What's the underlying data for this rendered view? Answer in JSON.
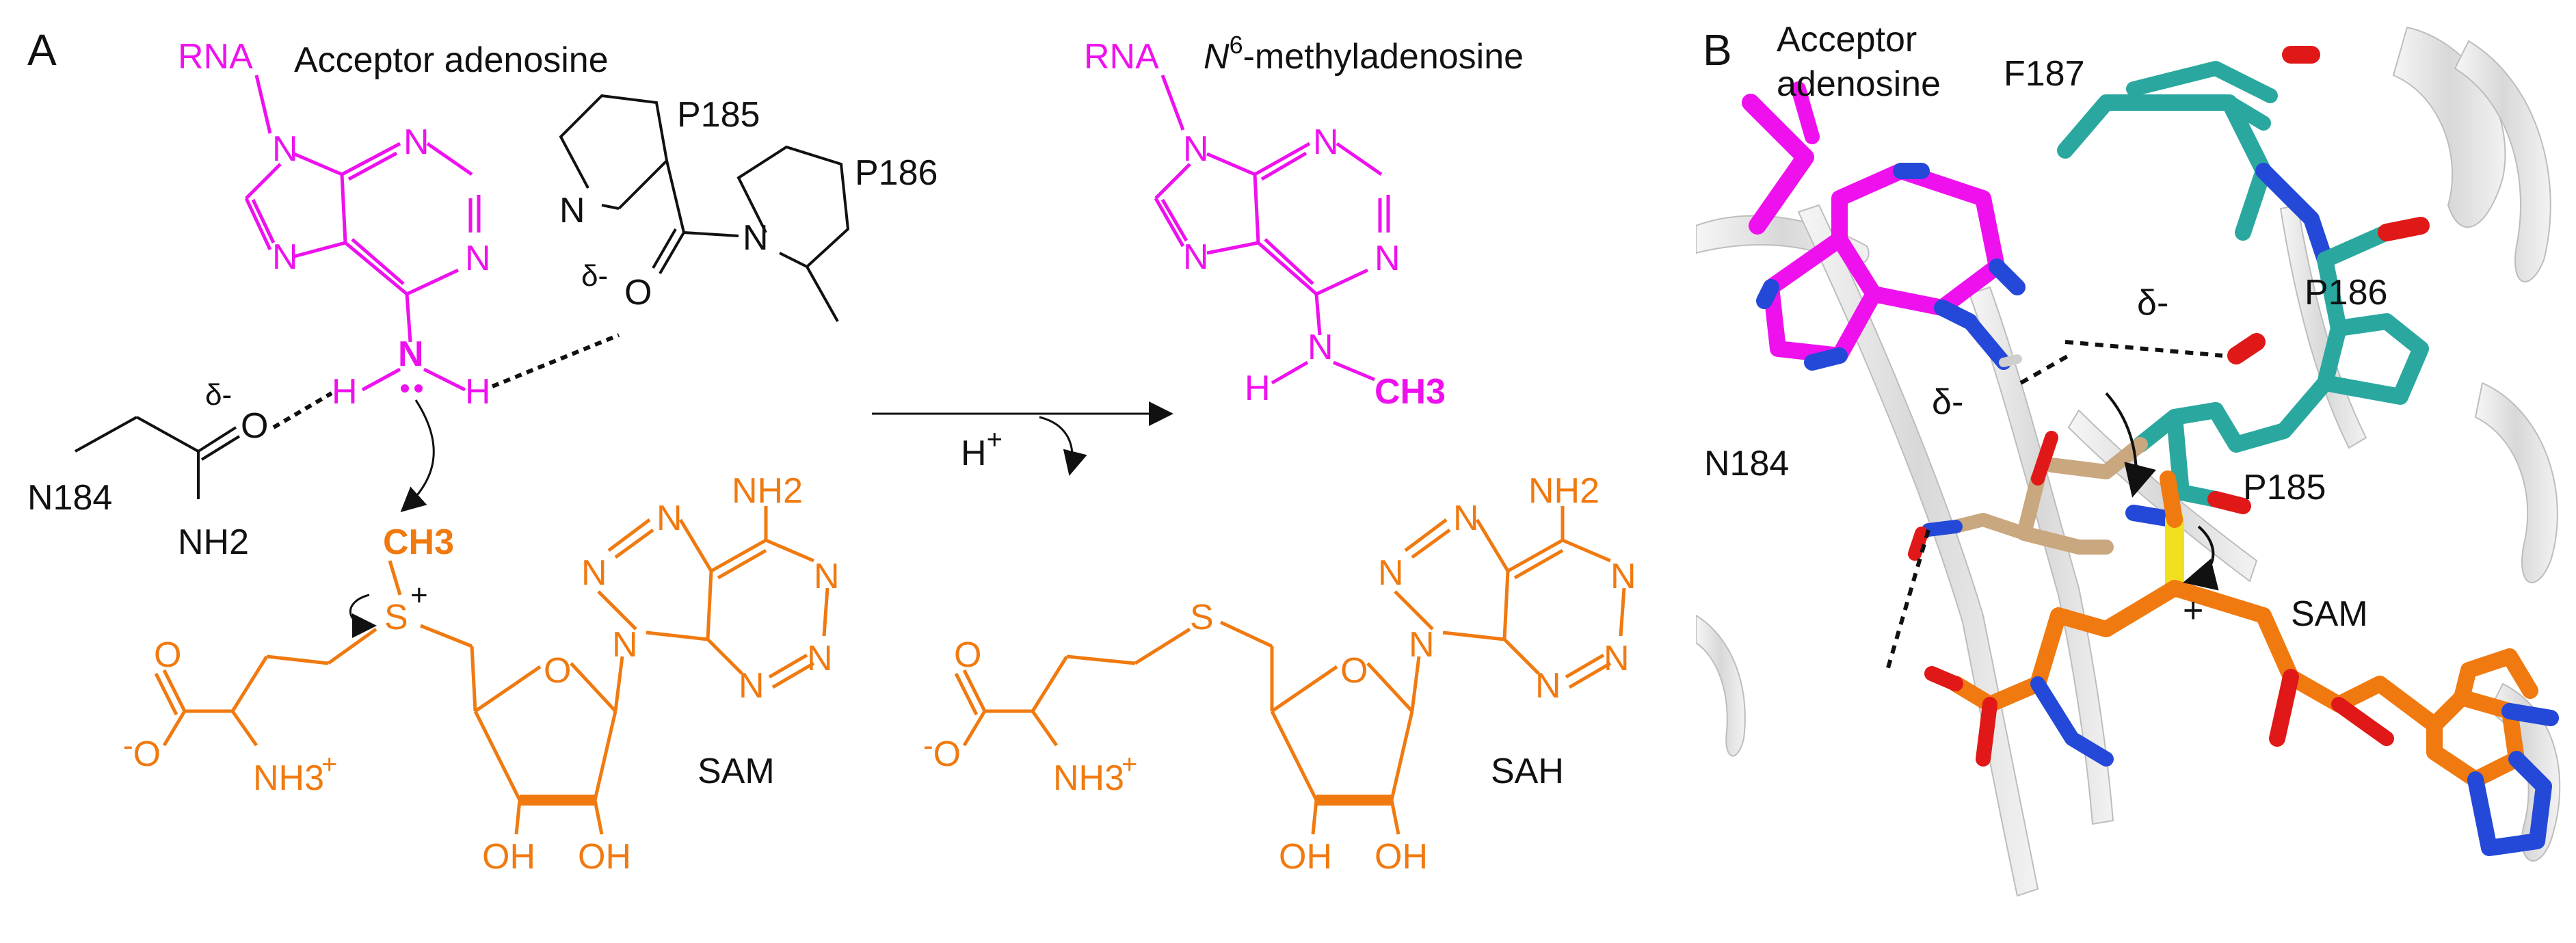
{
  "panel_a": {
    "letter": "A",
    "acceptor": {
      "rna": "RNA",
      "title": "Acceptor adenosine",
      "n": "N",
      "h": "H"
    },
    "residues": {
      "p185": "P185",
      "p186": "P186",
      "n184": "N184",
      "n": "N",
      "o": "O",
      "nh2": "NH2",
      "delta": "δ-"
    },
    "sam": {
      "ch3": "CH3",
      "s": "S",
      "plus": "+",
      "o": "O",
      "minus": "-",
      "nh3": "NH3",
      "nh3_sup": "+",
      "oh": "OH",
      "nh2": "NH2",
      "n": "N",
      "label": "SAM"
    },
    "arrow": {
      "label": "H",
      "sup": "+"
    },
    "product": {
      "rna": "RNA",
      "title_n": "N",
      "title_sup": "6",
      "title_rest": "-methyladenosine",
      "n": "N",
      "h": "H",
      "ch3": "CH3"
    },
    "sah": {
      "s": "S",
      "o": "O",
      "minus": "-",
      "nh3": "NH3",
      "nh3_sup": "+",
      "oh": "OH",
      "nh2": "NH2",
      "n": "N",
      "label": "SAH"
    }
  },
  "panel_b": {
    "letter": "B",
    "acceptor_line1": "Acceptor",
    "acceptor_line2": "adenosine",
    "f187": "F187",
    "p186": "P186",
    "p185": "P185",
    "n184": "N184",
    "sam": "SAM",
    "delta": "δ-",
    "plus": "+"
  },
  "colors": {
    "magenta": "#ee11ee",
    "orange": "#f07a10",
    "black": "#111111",
    "teal": "#2aa8a0",
    "tan": "#c9a77f",
    "blue": "#2448d8",
    "red": "#e01818",
    "yellow": "#f0e020",
    "ribbon": "#dcdcdc"
  }
}
